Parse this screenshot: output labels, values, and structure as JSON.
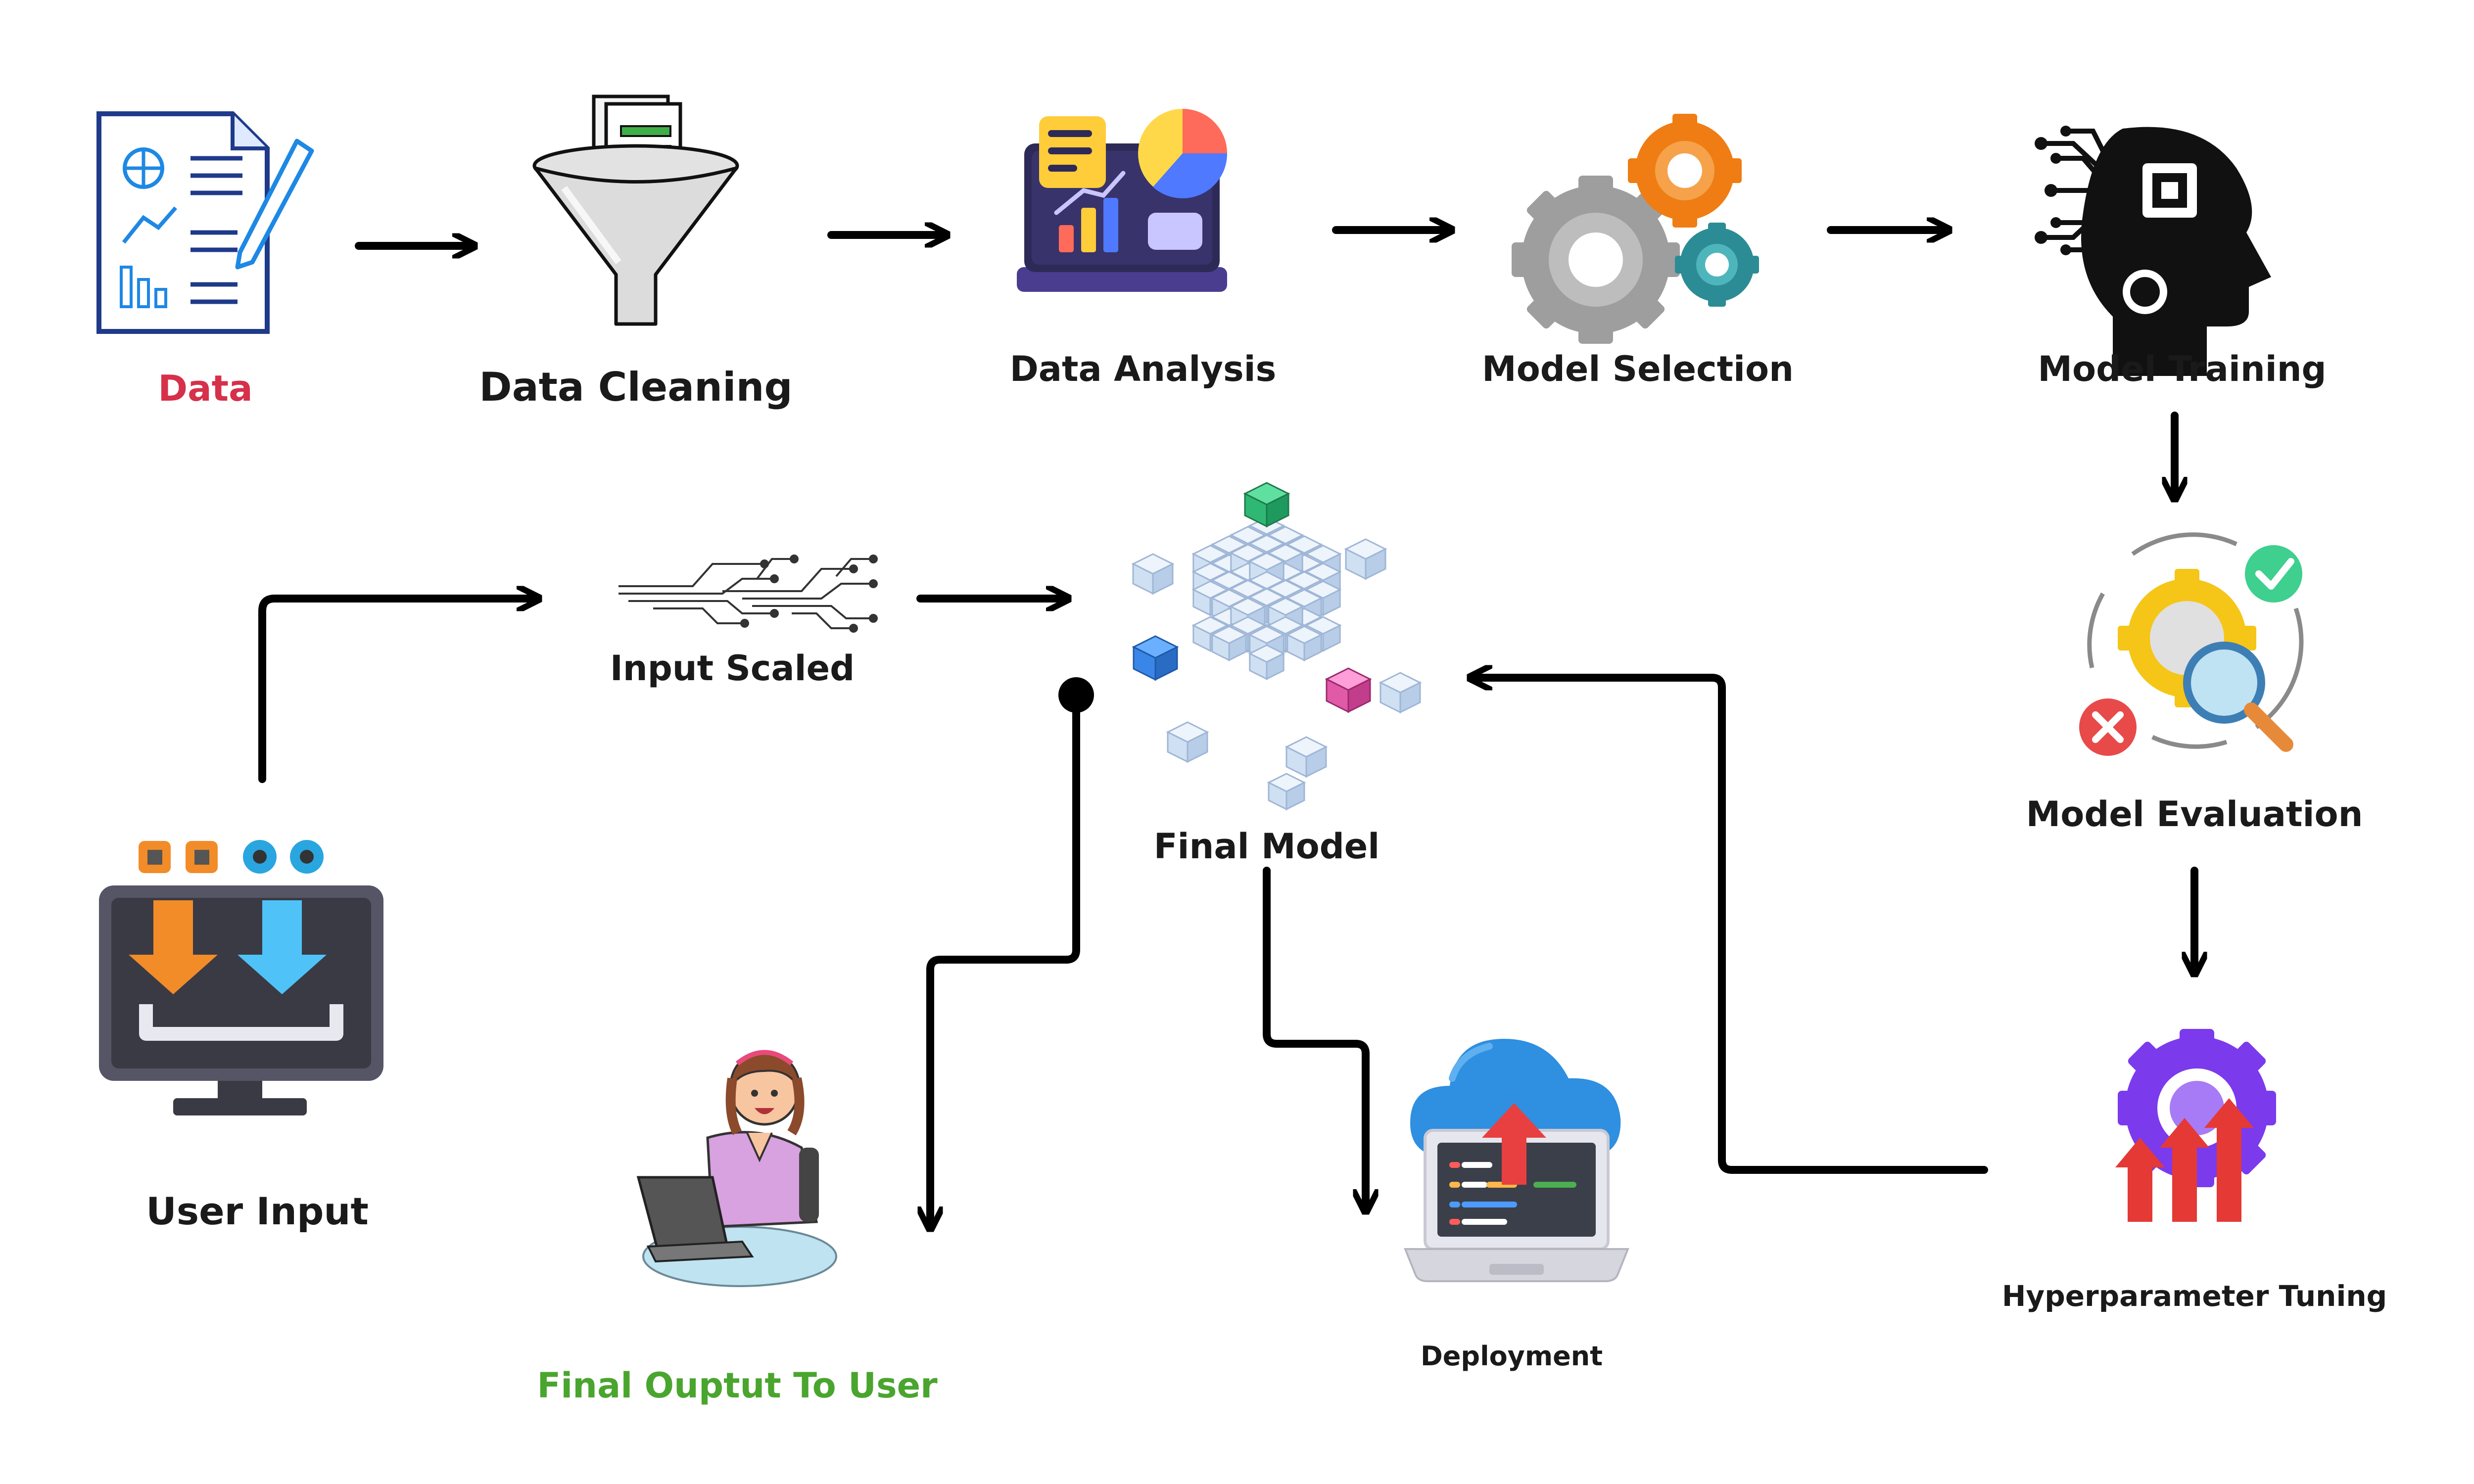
{
  "labels": {
    "data": "Data",
    "data_cleaning": "Data Cleaning",
    "data_analysis": "Data Analysis",
    "model_selection": "Model Selection",
    "model_training": "Model Training",
    "input_scaled": "Input Scaled",
    "final_model": "Final Model",
    "model_evaluation": "Model Evaluation",
    "user_input": "User Input",
    "final_output": "Final Ouptut To User",
    "deployment": "Deployment",
    "hyperparameter_tuning": "Hyperparameter Tuning"
  },
  "icons": {
    "data": "document-chart-icon",
    "data_cleaning": "funnel-icon",
    "data_analysis": "dashboard-icon",
    "model_selection": "gears-icon",
    "model_training": "ai-head-icon",
    "input_scaled": "circuit-icon",
    "final_model": "cube-icon",
    "model_evaluation": "evaluation-icon",
    "user_input": "monitor-download-icon",
    "final_output": "girl-laptop-icon",
    "deployment": "cloud-laptop-icon",
    "hyperparameter_tuning": "gear-arrows-icon"
  },
  "colors": {
    "label_text": "#1a1a1a",
    "data_label": "#d6304a",
    "final_output_label": "#4aa52e",
    "arrow": "#000000"
  }
}
